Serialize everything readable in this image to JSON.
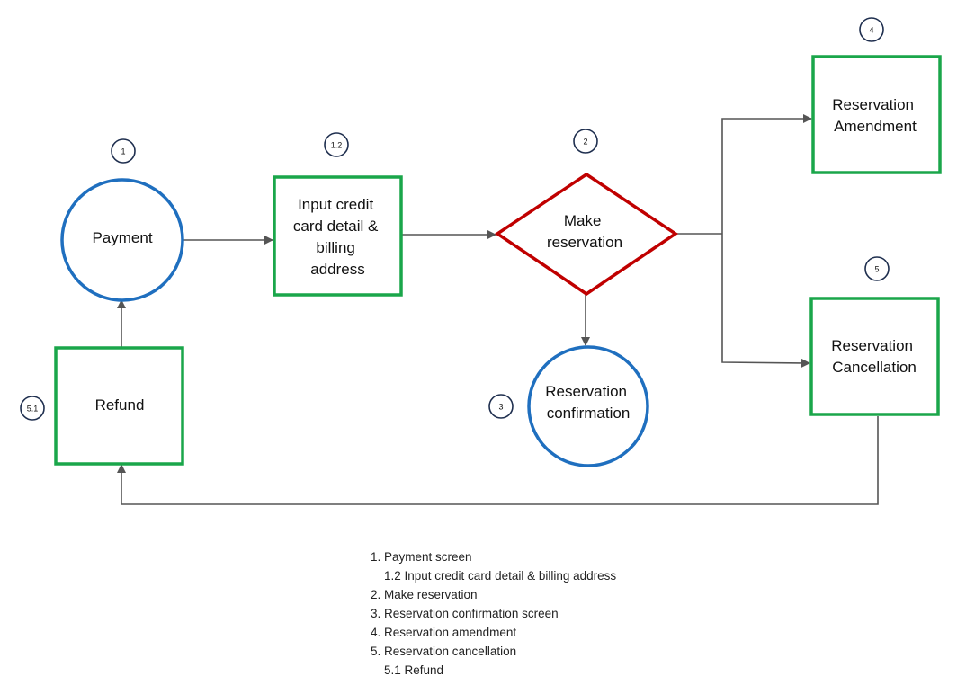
{
  "colors": {
    "circle_stroke": "#1f6fbf",
    "box_stroke": "#1aa64a",
    "diamond_stroke": "#c00000",
    "connector": "#555555",
    "badge_stroke": "#1f2f4f"
  },
  "nodes": {
    "payment": {
      "lines": [
        "Payment"
      ]
    },
    "input": {
      "lines": [
        "Input credit",
        "card detail &",
        "billing",
        "address"
      ]
    },
    "make": {
      "lines": [
        "Make",
        "reservation"
      ]
    },
    "confirmation": {
      "lines": [
        "Reservation",
        "confirmation"
      ]
    },
    "amendment": {
      "lines": [
        "Reservation",
        "Amendment"
      ]
    },
    "cancellation": {
      "lines": [
        "Reservation",
        "Cancellation"
      ]
    },
    "refund": {
      "lines": [
        "Refund"
      ]
    }
  },
  "badges": {
    "payment": "1",
    "input": "1.2",
    "make": "2",
    "confirmation": "3",
    "amendment": "4",
    "cancellation": "5",
    "refund": "5.1"
  },
  "legend": [
    {
      "text": "1. Payment screen",
      "indent": false
    },
    {
      "text": "1.2 Input credit card detail & billing address",
      "indent": true
    },
    {
      "text": "2. Make reservation",
      "indent": false
    },
    {
      "text": "3. Reservation confirmation screen",
      "indent": false
    },
    {
      "text": "4. Reservation amendment",
      "indent": false
    },
    {
      "text": "5. Reservation cancellation",
      "indent": false
    },
    {
      "text": "5.1 Refund",
      "indent": true
    }
  ]
}
